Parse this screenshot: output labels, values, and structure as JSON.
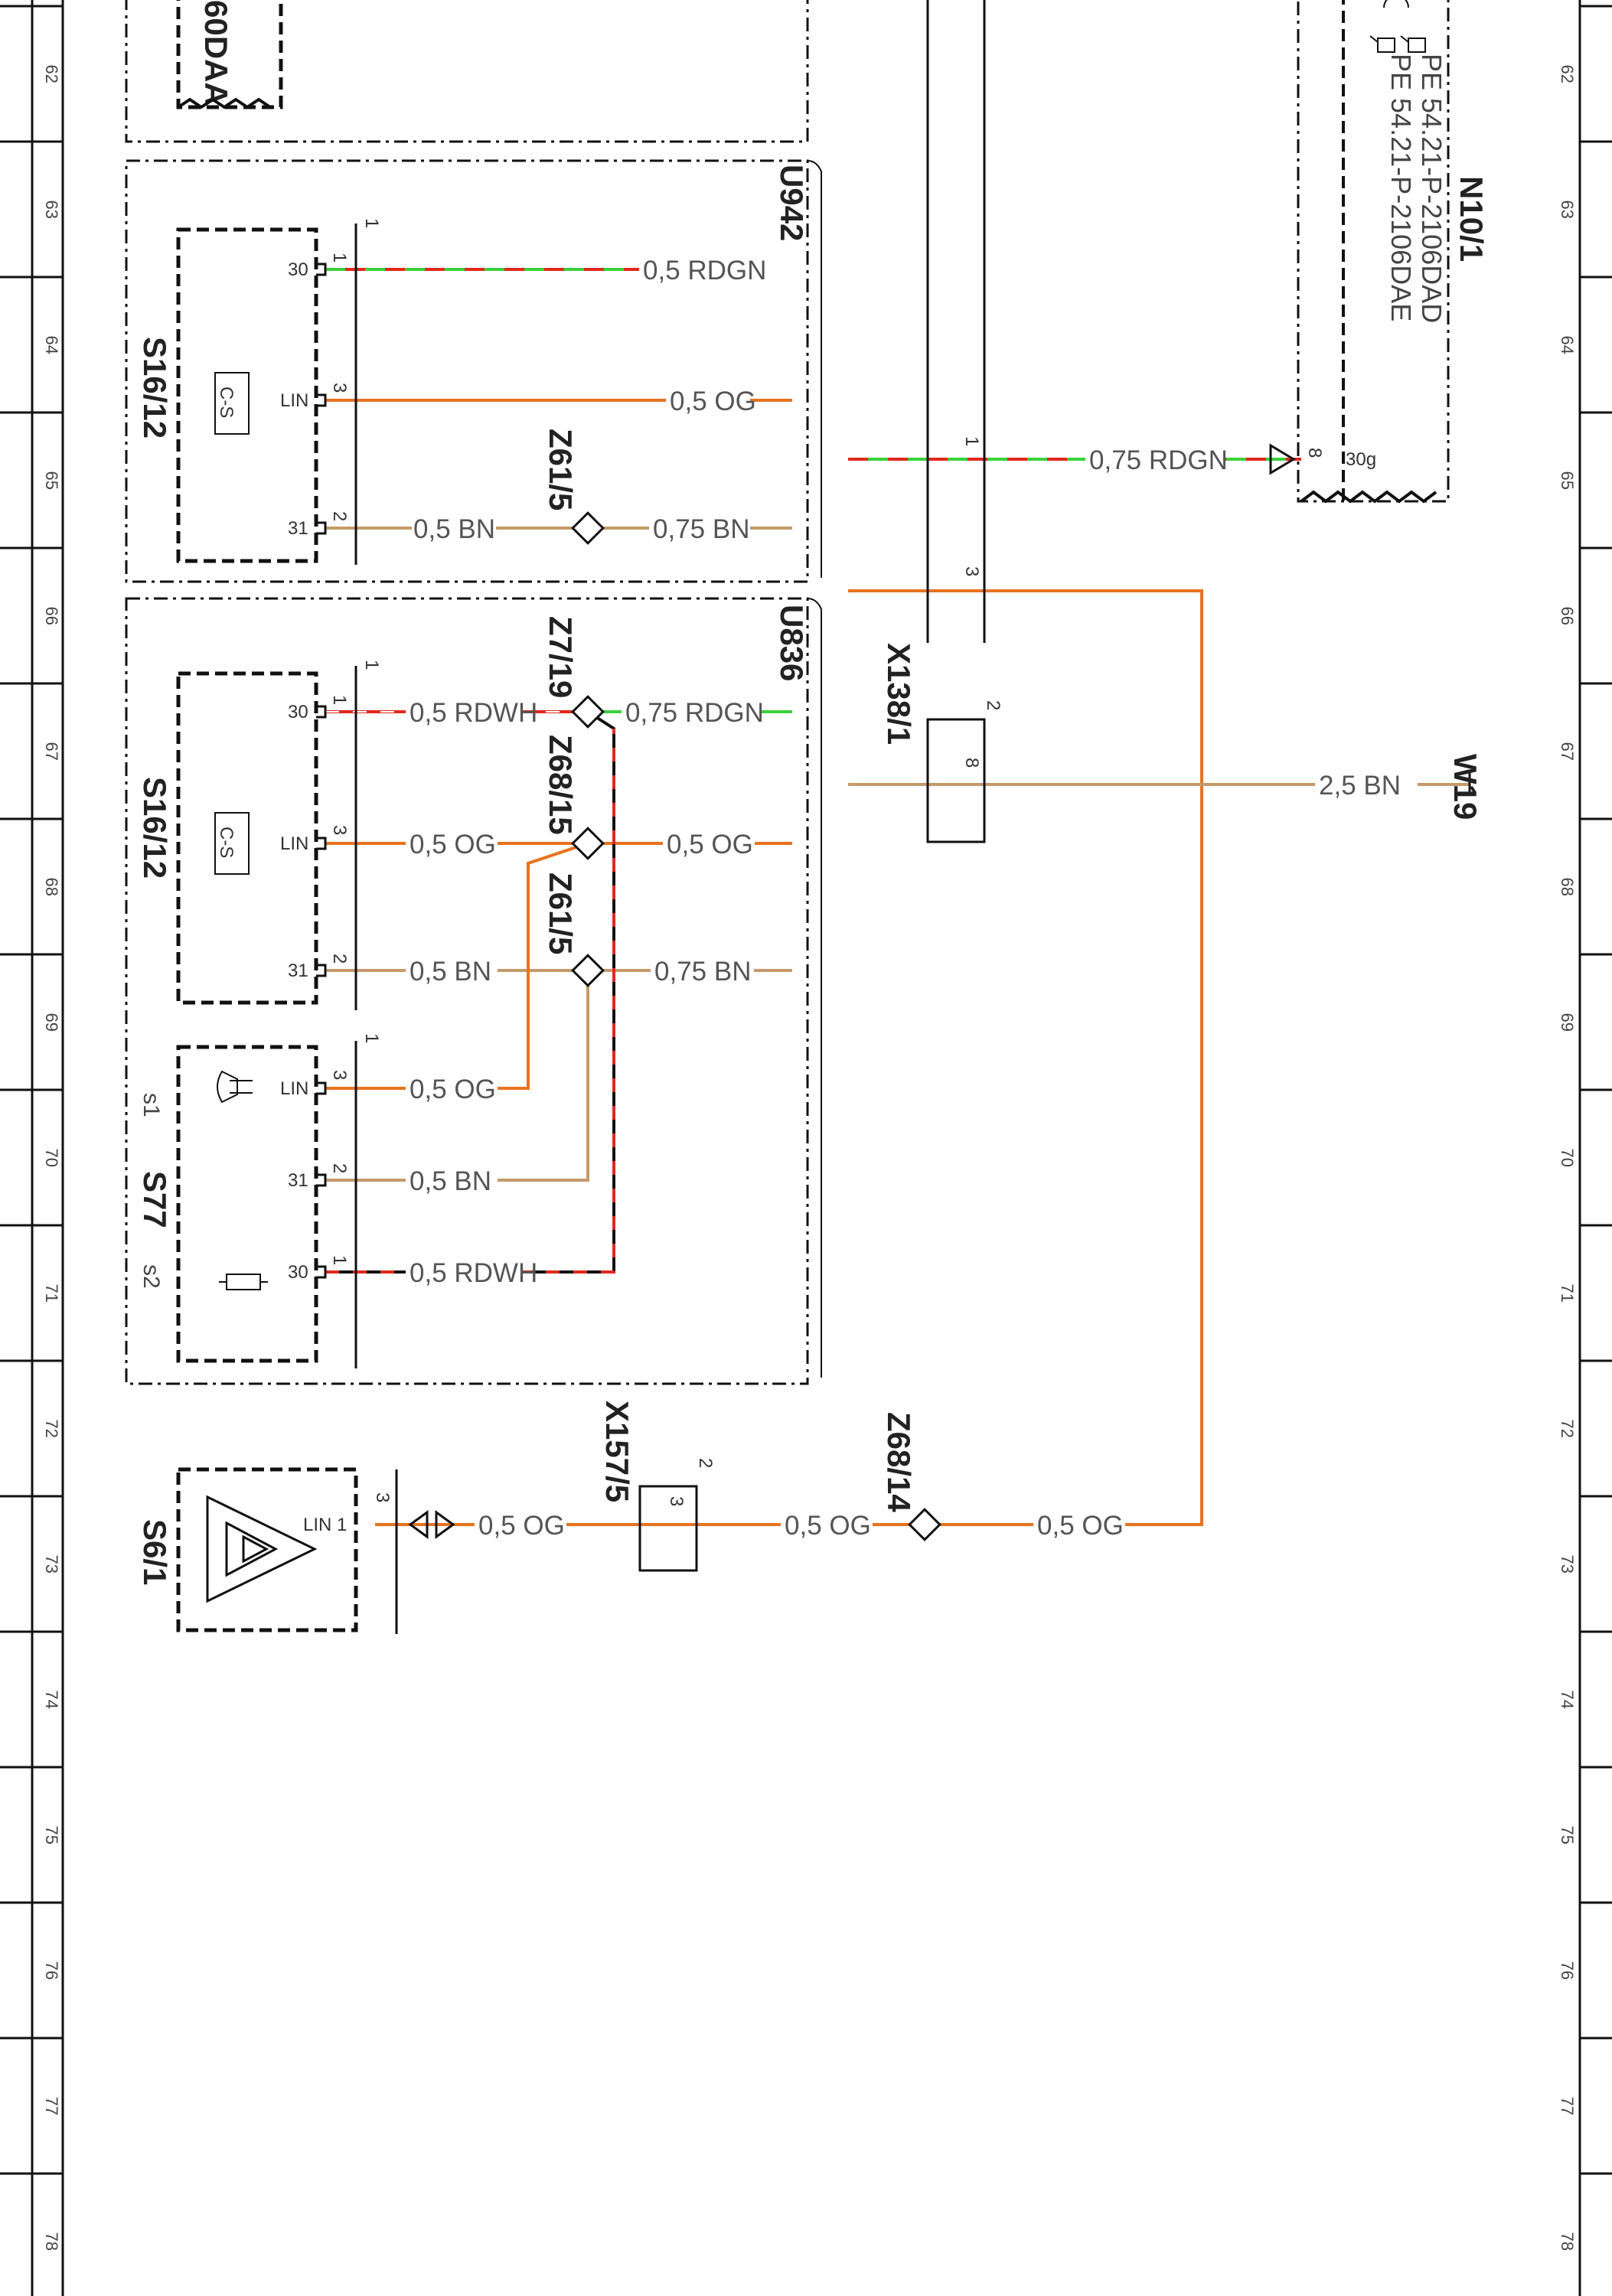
{
  "row_numbers": [
    "62",
    "63",
    "64",
    "65",
    "66",
    "67",
    "68",
    "69",
    "70",
    "71",
    "72",
    "73",
    "74",
    "75",
    "76",
    "77",
    "78"
  ],
  "colors": {
    "OG": "#e8731f",
    "BN": "#c59a6a",
    "RD": "#e0281c",
    "GN": "#3ad13a",
    "WH": "#ffffff",
    "black": "#111111"
  },
  "references": {
    "s60daa": "60DAA",
    "n10_1": "N10/1",
    "n10_1_ref1": "PE 54.21-P-2106DAD",
    "n10_1_ref2": "PE 54.21-P-2106DAE",
    "n10_1_pin": "8",
    "n10_1_terminal": "30g",
    "u942": "U942",
    "u836": "U836",
    "s16_12_a": "S16/12",
    "s16_12_b": "S16/12",
    "s77": "S77",
    "s77_s1": "s1",
    "s77_s2": "s2",
    "s6_1": "S6/1",
    "z61_5_a": "Z61/5",
    "z61_5_b": "Z61/5",
    "z7_19": "Z7/19",
    "z68_15": "Z68/15",
    "z68_14": "Z68/14",
    "x138_1": "X138/1",
    "x157_5": "X157/5",
    "w19": "W19"
  },
  "symbols": {
    "cs_a": "C-S",
    "cs_b": "C-S"
  },
  "pins": {
    "a_30": "30",
    "a_1": "1",
    "a_lin": "LIN",
    "a_3": "3",
    "a_31": "31",
    "a_2": "2",
    "a_top": "1",
    "b_30": "30",
    "b_1": "1",
    "b_lin": "LIN",
    "b_3": "3",
    "b_31": "31",
    "b_2": "2",
    "b_top": "1",
    "c_lin": "LIN",
    "c_3": "3",
    "c_31": "31",
    "c_2": "2",
    "c_30": "30",
    "c_1": "1",
    "c_top": "1",
    "s6_lin": "LIN 1",
    "s6_3": "3",
    "x138_top1": "1",
    "x138_top2": "3",
    "x138_b2": "2",
    "x138_b8": "8",
    "x157_2": "2",
    "x157_3": "3"
  },
  "wires": {
    "u942_rdgn": "0,5 RDGN",
    "u942_og": "0,5 OG",
    "u942_bn_in": "0,5 BN",
    "u942_bn_out": "0,75 BN",
    "n10_rdgn": "0,75 RDGN",
    "u836_rdwh": "0,5 RDWH",
    "u836_rdgn_out": "0,75 RDGN",
    "u836_og_in": "0,5 OG",
    "u836_og_out": "0,5 OG",
    "u836_bn_in": "0,5 BN",
    "u836_bn_out": "0,75 BN",
    "s77_og": "0,5 OG",
    "s77_bn": "0,5 BN",
    "s77_rdwh": "0,5 RDWH",
    "w19_bn": "2,5 BN",
    "s6_og": "0,5 OG",
    "x157_og": "0,5 OG",
    "z68_og": "0,5 OG"
  }
}
